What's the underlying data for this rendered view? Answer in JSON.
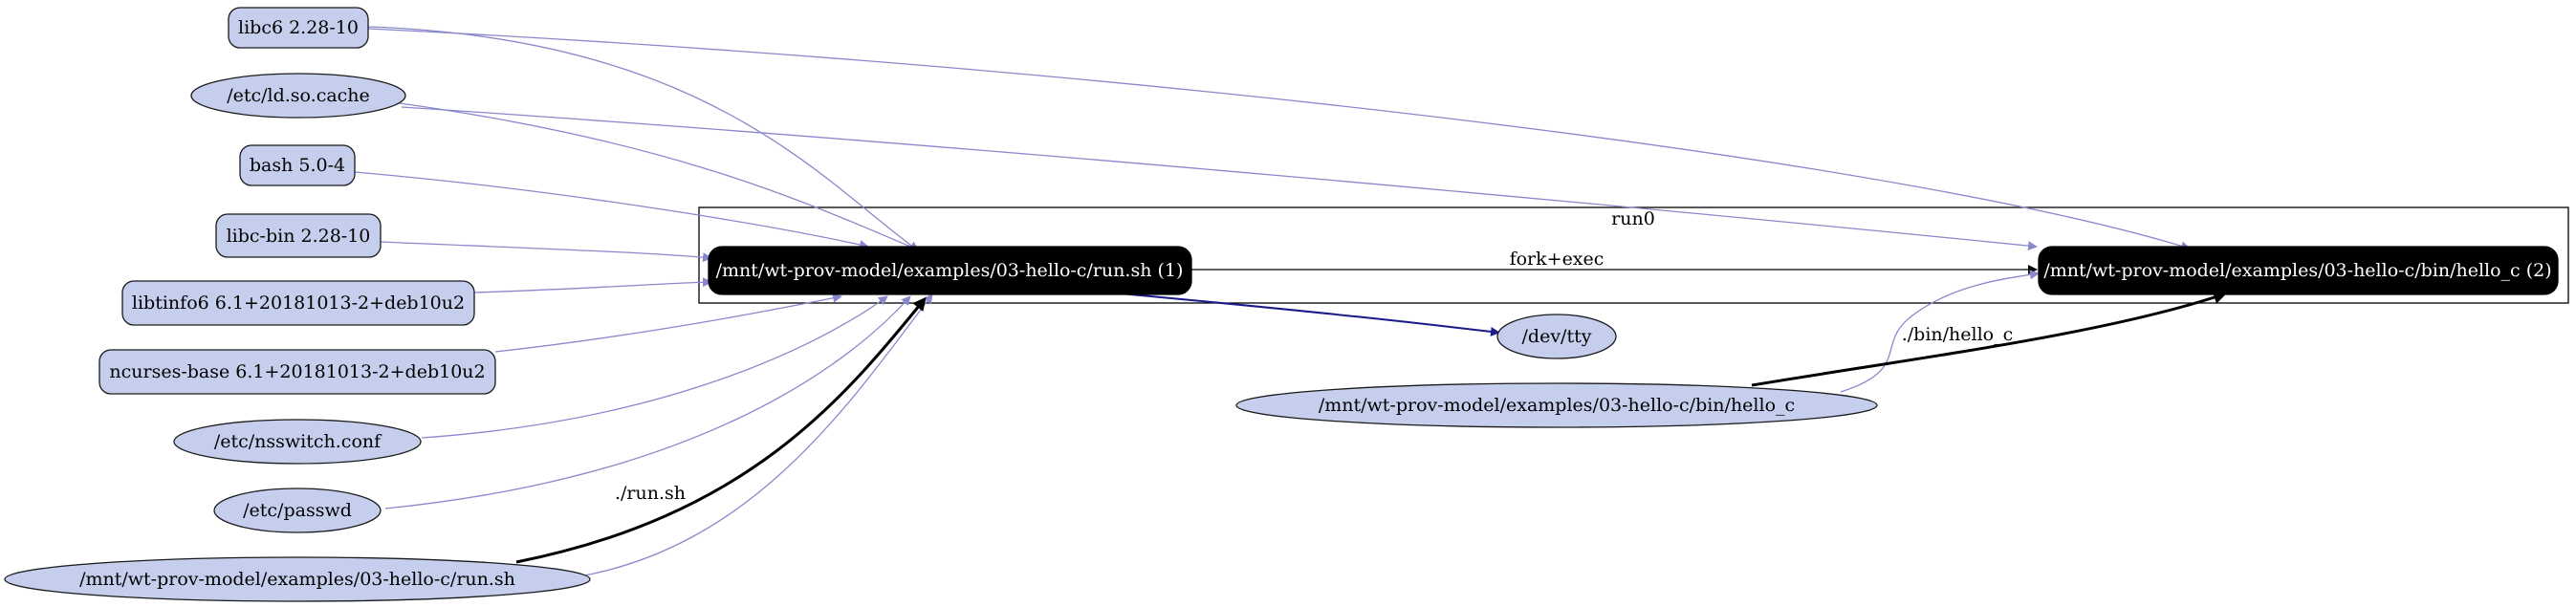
{
  "colors": {
    "node_fill": "#c5cfed",
    "node_stroke": "#1a1a1a",
    "process_fill": "#000000",
    "process_text": "#ffffff",
    "edge_light": "#8a88cc",
    "edge_dark": "#1a1a8a",
    "edge_black": "#000000"
  },
  "cluster": {
    "label": "run0"
  },
  "processes": [
    {
      "id": "p1",
      "label": "/mnt/wt-prov-model/examples/03-hello-c/run.sh (1)"
    },
    {
      "id": "p2",
      "label": "/mnt/wt-prov-model/examples/03-hello-c/bin/hello_c (2)"
    }
  ],
  "packages": [
    {
      "id": "libc6",
      "label": "libc6 2.28-10"
    },
    {
      "id": "bash",
      "label": "bash 5.0-4"
    },
    {
      "id": "libcbin",
      "label": "libc-bin 2.28-10"
    },
    {
      "id": "libtinfo",
      "label": "libtinfo6 6.1+20181013-2+deb10u2"
    },
    {
      "id": "ncurses",
      "label": "ncurses-base 6.1+20181013-2+deb10u2"
    }
  ],
  "files": [
    {
      "id": "ldcache",
      "label": "/etc/ld.so.cache"
    },
    {
      "id": "nsswitch",
      "label": "/etc/nsswitch.conf"
    },
    {
      "id": "passwd",
      "label": "/etc/passwd"
    },
    {
      "id": "runsh",
      "label": "/mnt/wt-prov-model/examples/03-hello-c/run.sh"
    },
    {
      "id": "tty",
      "label": "/dev/tty"
    },
    {
      "id": "helloc",
      "label": "/mnt/wt-prov-model/examples/03-hello-c/bin/hello_c"
    }
  ],
  "edges": [
    {
      "from": "libc6",
      "to": "p1",
      "style": "light"
    },
    {
      "from": "libc6",
      "to": "p2",
      "style": "light"
    },
    {
      "from": "ldcache",
      "to": "p1",
      "style": "light"
    },
    {
      "from": "ldcache",
      "to": "p2",
      "style": "light"
    },
    {
      "from": "bash",
      "to": "p1",
      "style": "light"
    },
    {
      "from": "libcbin",
      "to": "p1",
      "style": "light"
    },
    {
      "from": "libtinfo",
      "to": "p1",
      "style": "light"
    },
    {
      "from": "ncurses",
      "to": "p1",
      "style": "light"
    },
    {
      "from": "nsswitch",
      "to": "p1",
      "style": "light"
    },
    {
      "from": "passwd",
      "to": "p1",
      "style": "light"
    },
    {
      "from": "runsh",
      "to": "p1",
      "style": "bold",
      "label": "./run.sh"
    },
    {
      "from": "runsh",
      "to": "p1",
      "style": "light"
    },
    {
      "from": "p1",
      "to": "p2",
      "style": "thin",
      "label": "fork+exec"
    },
    {
      "from": "p1",
      "to": "tty",
      "style": "dark"
    },
    {
      "from": "helloc",
      "to": "p2",
      "style": "bold",
      "label": "./bin/hello_c"
    },
    {
      "from": "helloc",
      "to": "p2",
      "style": "light"
    }
  ]
}
